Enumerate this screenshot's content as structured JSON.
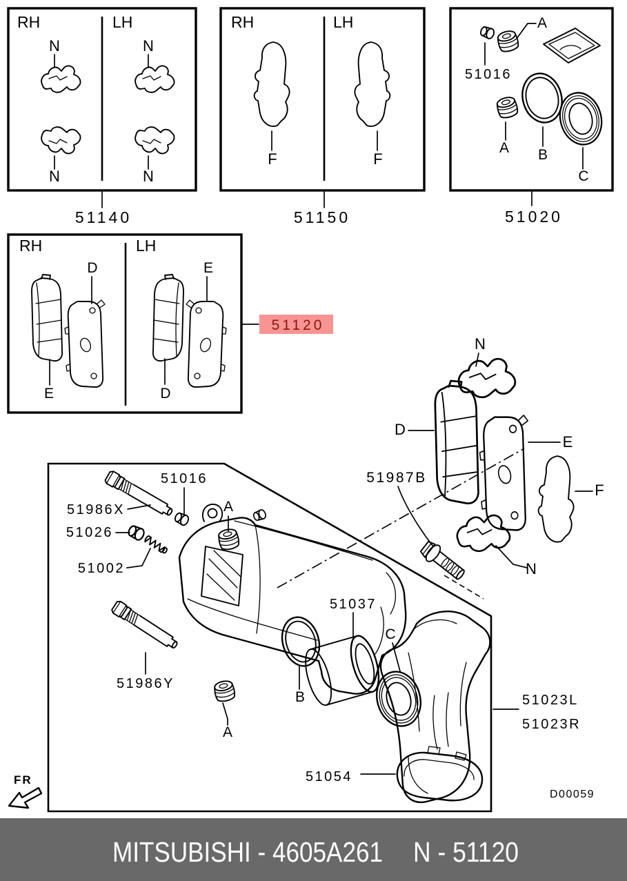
{
  "highlight": {
    "part_number": "51120",
    "bg_color": "#f89593",
    "text_color": "#8b1412"
  },
  "kits": {
    "kit_51140": {
      "part_number": "51140",
      "rh_label": "RH",
      "lh_label": "LH",
      "clip_label": "N"
    },
    "kit_51150": {
      "part_number": "51150",
      "rh_label": "RH",
      "lh_label": "LH",
      "shim_label": "F"
    },
    "kit_51020": {
      "part_number": "51020",
      "cap_part_number": "51016",
      "boot_label": "A",
      "seal_label": "B",
      "piston_boot_label": "C"
    },
    "kit_51120": {
      "rh_label": "RH",
      "lh_label": "LH",
      "pad_label": "D",
      "plate_label": "E"
    }
  },
  "exploded": {
    "clip_label": "N",
    "pad_label": "D",
    "plate_label": "E",
    "shim_label": "F",
    "bolt_part_number": "51987B"
  },
  "caliper_assembly": {
    "cap_part_number": "51016",
    "upper_pin_part_number": "51986X",
    "sleeve_part_number": "51026",
    "spring_part_number": "51002",
    "boot_label": "A",
    "lower_pin_part_number": "51986Y",
    "piston_part_number": "51037",
    "seal_label": "B",
    "piston_boot_label": "C",
    "carrier_part_number": "51054",
    "bracket_left_part_number": "51023L",
    "bracket_right_part_number": "51023R"
  },
  "annotations": {
    "drawing_code": "D00059",
    "direction_label": "FR"
  },
  "footer": {
    "bar_color": "#696969",
    "left_text": "MITSUBISHI - 4605A261",
    "right_text": "N - 51120"
  }
}
